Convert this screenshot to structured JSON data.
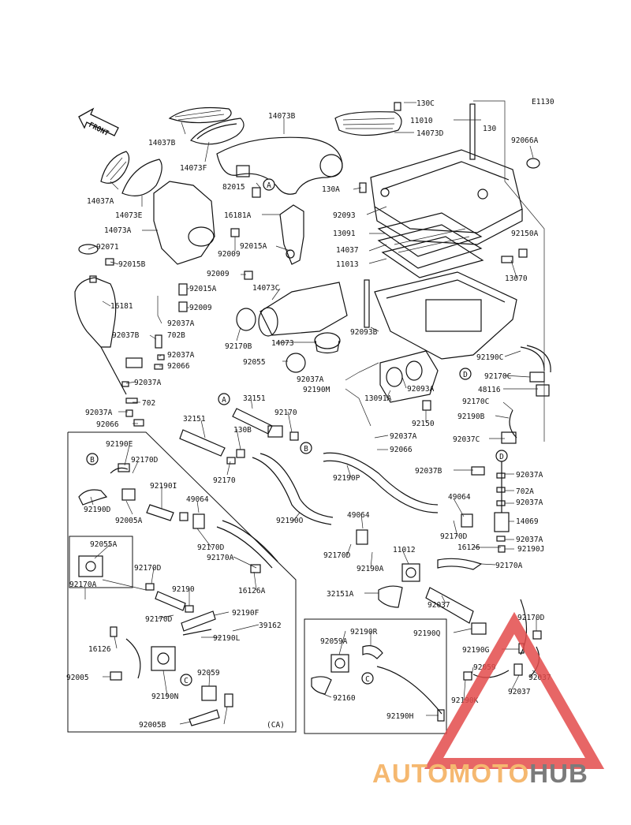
{
  "diagram_code": "E1130",
  "front_label": "FRONT",
  "ca_label": "(CA)",
  "watermark": {
    "part1": "AUTOMOTO",
    "part2": "HUB",
    "color1": "#f5b870",
    "color2": "#7b7b7b",
    "triangle": "#e34b4b"
  },
  "parts": [
    {
      "id": "p1",
      "text": "130C"
    },
    {
      "id": "p2",
      "text": "11010"
    },
    {
      "id": "p3",
      "text": "130"
    },
    {
      "id": "p4",
      "text": "14073D"
    },
    {
      "id": "p5",
      "text": "14073B"
    },
    {
      "id": "p6",
      "text": "14037B"
    },
    {
      "id": "p7",
      "text": "14073F"
    },
    {
      "id": "p8",
      "text": "92066A"
    },
    {
      "id": "p9",
      "text": "14037A"
    },
    {
      "id": "p10",
      "text": "14073E"
    },
    {
      "id": "p11",
      "text": "82015"
    },
    {
      "id": "p12",
      "text": "130A"
    },
    {
      "id": "p13",
      "text": "16181A"
    },
    {
      "id": "p14",
      "text": "92093"
    },
    {
      "id": "p15",
      "text": "14073A"
    },
    {
      "id": "p16",
      "text": "13091"
    },
    {
      "id": "p17",
      "text": "92150A"
    },
    {
      "id": "p18",
      "text": "92071"
    },
    {
      "id": "p19",
      "text": "92015A"
    },
    {
      "id": "p20",
      "text": "14037"
    },
    {
      "id": "p21",
      "text": "92009"
    },
    {
      "id": "p22",
      "text": "92015B"
    },
    {
      "id": "p23",
      "text": "11013"
    },
    {
      "id": "p24",
      "text": "92009"
    },
    {
      "id": "p25",
      "text": "13070"
    },
    {
      "id": "p26",
      "text": "92015A"
    },
    {
      "id": "p27",
      "text": "14073C"
    },
    {
      "id": "p28",
      "text": "16181"
    },
    {
      "id": "p29",
      "text": "92009"
    },
    {
      "id": "p30",
      "text": "92037A"
    },
    {
      "id": "p31",
      "text": "92037B"
    },
    {
      "id": "p32",
      "text": "702B"
    },
    {
      "id": "p33",
      "text": "92170B"
    },
    {
      "id": "p34",
      "text": "92093B"
    },
    {
      "id": "p35",
      "text": "92037A"
    },
    {
      "id": "p36",
      "text": "14073"
    },
    {
      "id": "p37",
      "text": "92190C"
    },
    {
      "id": "p38",
      "text": "92066"
    },
    {
      "id": "p39",
      "text": "92055"
    },
    {
      "id": "p40",
      "text": "92170C"
    },
    {
      "id": "p41",
      "text": "92037A"
    },
    {
      "id": "p42",
      "text": "92037A"
    },
    {
      "id": "p43",
      "text": "92093A"
    },
    {
      "id": "p44",
      "text": "48116"
    },
    {
      "id": "p45",
      "text": "92190M"
    },
    {
      "id": "p46",
      "text": "13091A"
    },
    {
      "id": "p47",
      "text": "92170C"
    },
    {
      "id": "p48",
      "text": "32151"
    },
    {
      "id": "p49",
      "text": "702"
    },
    {
      "id": "p50",
      "text": "92170"
    },
    {
      "id": "p51",
      "text": "92037A"
    },
    {
      "id": "p52",
      "text": "92190B"
    },
    {
      "id": "p53",
      "text": "32151"
    },
    {
      "id": "p54",
      "text": "92066"
    },
    {
      "id": "p55",
      "text": "130B"
    },
    {
      "id": "p56",
      "text": "92150"
    },
    {
      "id": "p57",
      "text": "92037A"
    },
    {
      "id": "p58",
      "text": "92037C"
    },
    {
      "id": "p59",
      "text": "92190E"
    },
    {
      "id": "p60",
      "text": "92066"
    },
    {
      "id": "p61",
      "text": "92170D"
    },
    {
      "id": "p62",
      "text": "92170"
    },
    {
      "id": "p63",
      "text": "92190P"
    },
    {
      "id": "p64",
      "text": "92037B"
    },
    {
      "id": "p65",
      "text": "92037A"
    },
    {
      "id": "p66",
      "text": "92190I"
    },
    {
      "id": "p67",
      "text": "702A"
    },
    {
      "id": "p68",
      "text": "49064"
    },
    {
      "id": "p69",
      "text": "49064"
    },
    {
      "id": "p70",
      "text": "92037A"
    },
    {
      "id": "p71",
      "text": "92190D"
    },
    {
      "id": "p72",
      "text": "92005A"
    },
    {
      "id": "p73",
      "text": "92190O"
    },
    {
      "id": "p74",
      "text": "49064"
    },
    {
      "id": "p75",
      "text": "14069"
    },
    {
      "id": "p76",
      "text": "92170D"
    },
    {
      "id": "p77",
      "text": "92037A"
    },
    {
      "id": "p78",
      "text": "92055A"
    },
    {
      "id": "p79",
      "text": "92170D"
    },
    {
      "id": "p80",
      "text": "92170D"
    },
    {
      "id": "p81",
      "text": "16126"
    },
    {
      "id": "p82",
      "text": "11012"
    },
    {
      "id": "p83",
      "text": "92190J"
    },
    {
      "id": "p84",
      "text": "92170A"
    },
    {
      "id": "p85",
      "text": "92170D"
    },
    {
      "id": "p86",
      "text": "92190A"
    },
    {
      "id": "p87",
      "text": "92170A"
    },
    {
      "id": "p88",
      "text": "16126A"
    },
    {
      "id": "p89",
      "text": "92170A"
    },
    {
      "id": "p90",
      "text": "92190"
    },
    {
      "id": "p91",
      "text": "32151A"
    },
    {
      "id": "p92",
      "text": "92190F"
    },
    {
      "id": "p93",
      "text": "92170D"
    },
    {
      "id": "p94",
      "text": "39162"
    },
    {
      "id": "p95",
      "text": "92037"
    },
    {
      "id": "p96",
      "text": "92170D"
    },
    {
      "id": "p97",
      "text": "92190L"
    },
    {
      "id": "p98",
      "text": "92190R"
    },
    {
      "id": "p99",
      "text": "92190Q"
    },
    {
      "id": "p100",
      "text": "16126"
    },
    {
      "id": "p101",
      "text": "92059A"
    },
    {
      "id": "p102",
      "text": "92190G"
    },
    {
      "id": "p103",
      "text": "92059"
    },
    {
      "id": "p104",
      "text": "92059"
    },
    {
      "id": "p105",
      "text": "92037"
    },
    {
      "id": "p106",
      "text": "92005"
    },
    {
      "id": "p107",
      "text": "92037"
    },
    {
      "id": "p108",
      "text": "92190K"
    },
    {
      "id": "p109",
      "text": "92160"
    },
    {
      "id": "p110",
      "text": "92190N"
    },
    {
      "id": "p111",
      "text": "92190H"
    },
    {
      "id": "p112",
      "text": "92005B"
    }
  ],
  "callouts": [
    {
      "id": "c1",
      "text": "A"
    },
    {
      "id": "c2",
      "text": "D"
    },
    {
      "id": "c3",
      "text": "A"
    },
    {
      "id": "c4",
      "text": "B"
    },
    {
      "id": "c5",
      "text": "B"
    },
    {
      "id": "c6",
      "text": "D"
    },
    {
      "id": "c7",
      "text": "C"
    },
    {
      "id": "c8",
      "text": "C"
    }
  ]
}
